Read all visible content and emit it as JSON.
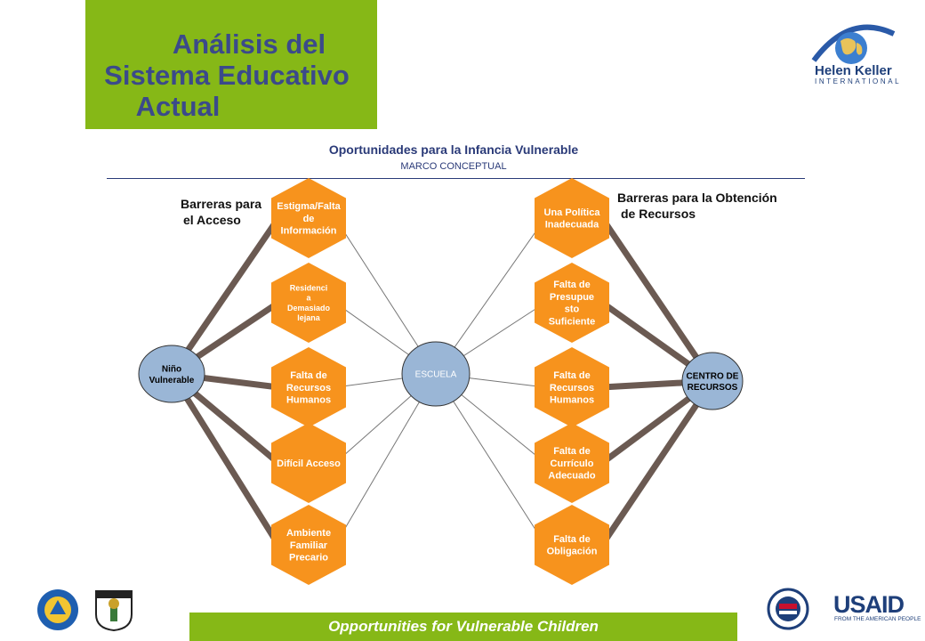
{
  "title": {
    "line1": "Análisis del",
    "line2": "Sistema Educativo",
    "line3": "Actual"
  },
  "logo_hki": {
    "name": "Helen Keller",
    "sub": "INTERNATIONAL"
  },
  "heading": "Oportunidades para la Infancia Vulnerable",
  "subheading": "MARCO CONCEPTUAL",
  "barriers_left": {
    "line1": "Barreras para",
    "line2": "el Acceso"
  },
  "barriers_right": {
    "line1": "Barreras para la Obtención",
    "line2": "de Recursos"
  },
  "nodes": {
    "child": [
      "Niño",
      "Vulnerable"
    ],
    "school": [
      "ESCUELA"
    ],
    "resources": [
      "CENTRO DE",
      "RECURSOS"
    ]
  },
  "left_hexes": [
    [
      "Estigma/Falta",
      "de",
      "Información"
    ],
    [
      "Residenci",
      "a",
      "Demasiado",
      "lejana"
    ],
    [
      "Falta de",
      "Recursos",
      "Humanos"
    ],
    [
      "Difícil Acceso"
    ],
    [
      "Ambiente",
      "Familiar",
      "Precario"
    ]
  ],
  "right_hexes": [
    [
      "Una Política",
      "Inadecuada"
    ],
    [
      "Falta de",
      "Presupue",
      "sto",
      "Suficiente"
    ],
    [
      "Falta de",
      "Recursos",
      "Humanos"
    ],
    [
      "Falta de",
      "Currículo",
      "Adecuado"
    ],
    [
      "Falta de",
      "Obligación"
    ]
  ],
  "footer": "Opportunities for Vulnerable Children",
  "usaid": {
    "word": "USAID",
    "sub": "FROM THE AMERICAN PEOPLE"
  },
  "colors": {
    "green": "#86b817",
    "orange": "#f7931d",
    "node_blue": "#9ab6d6",
    "thick_line": "#6b5a52",
    "title_text": "#3b4a8a",
    "hex_text": "#ffffff"
  }
}
